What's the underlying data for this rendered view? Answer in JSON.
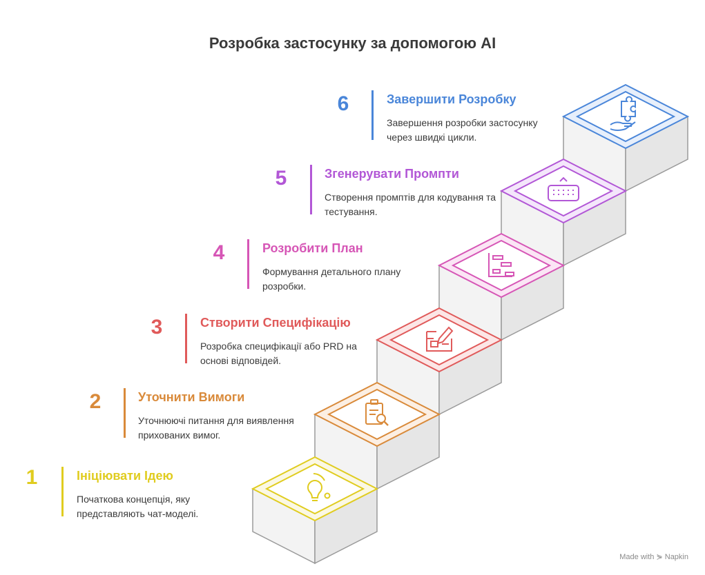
{
  "title": "Розробка застосунку за допомогою AI",
  "footer": {
    "made_with": "Made with",
    "brand": "Napkin"
  },
  "steps": [
    {
      "number": "1",
      "heading": "Ініціювати Ідею",
      "desc": "Початкова концепція, яку представляють чат-моделі.",
      "color": "#e0cc1f",
      "fill": "#fbf8e3",
      "icon": "lightbulb-icon"
    },
    {
      "number": "2",
      "heading": "Уточнити Вимоги",
      "desc": "Уточнюючі питання для виявлення прихованих вимог.",
      "color": "#d98a3a",
      "fill": "#fcefe3",
      "icon": "clipboard-search-icon"
    },
    {
      "number": "3",
      "heading": "Створити Специфікацію",
      "desc": "Розробка специфікації або PRD на основі відповідей.",
      "color": "#e05a5a",
      "fill": "#fce6e6",
      "icon": "blueprint-pencil-icon"
    },
    {
      "number": "4",
      "heading": "Розробити План",
      "desc": "Формування детального плану розробки.",
      "color": "#d656b6",
      "fill": "#fbe5f5",
      "icon": "plan-chart-icon"
    },
    {
      "number": "5",
      "heading": "Згенерувати Промпти",
      "desc": "Створення промптів для кодування та тестування.",
      "color": "#b257d6",
      "fill": "#f4e6fb",
      "icon": "keyboard-icon"
    },
    {
      "number": "6",
      "heading": "Завершити Розробку",
      "desc": "Завершення розробки застосунку через швидкі цикли.",
      "color": "#4a86d9",
      "fill": "#e7effb",
      "icon": "puzzle-hand-icon"
    }
  ]
}
